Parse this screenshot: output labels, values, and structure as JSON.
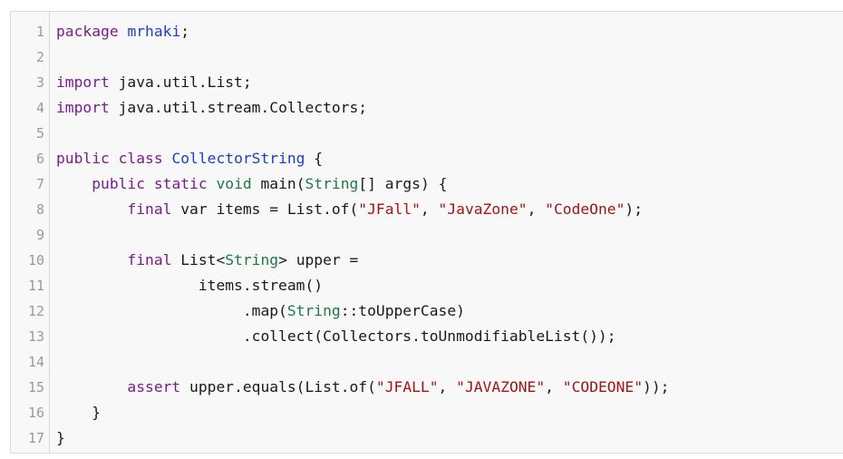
{
  "editor": {
    "colors": {
      "keyword": "#7a1c8c",
      "type": "#1c7a46",
      "class_name": "#1a3fc4",
      "string": "#a31515",
      "plain": "#1a1a1a",
      "line_number": "#9a9a9a",
      "background": "#f8f8f8"
    },
    "lines": [
      {
        "n": "1",
        "tokens": [
          {
            "t": "package",
            "c": "kw"
          },
          {
            "t": " "
          },
          {
            "t": "mrhaki",
            "c": "cls"
          },
          {
            "t": ";"
          }
        ]
      },
      {
        "n": "2",
        "tokens": []
      },
      {
        "n": "3",
        "tokens": [
          {
            "t": "import",
            "c": "kw"
          },
          {
            "t": " java.util.List;"
          }
        ]
      },
      {
        "n": "4",
        "tokens": [
          {
            "t": "import",
            "c": "kw"
          },
          {
            "t": " java.util.stream.Collectors;"
          }
        ]
      },
      {
        "n": "5",
        "tokens": []
      },
      {
        "n": "6",
        "tokens": [
          {
            "t": "public class",
            "c": "kw"
          },
          {
            "t": " "
          },
          {
            "t": "CollectorString",
            "c": "cls"
          },
          {
            "t": " {"
          }
        ]
      },
      {
        "n": "7",
        "tokens": [
          {
            "t": "    "
          },
          {
            "t": "public static",
            "c": "kw"
          },
          {
            "t": " "
          },
          {
            "t": "void",
            "c": "ty"
          },
          {
            "t": " main("
          },
          {
            "t": "String",
            "c": "ty"
          },
          {
            "t": "[] args) {"
          }
        ]
      },
      {
        "n": "8",
        "tokens": [
          {
            "t": "        "
          },
          {
            "t": "final",
            "c": "kw"
          },
          {
            "t": " var items = List.of("
          },
          {
            "t": "\"JFall\"",
            "c": "str"
          },
          {
            "t": ", "
          },
          {
            "t": "\"JavaZone\"",
            "c": "str"
          },
          {
            "t": ", "
          },
          {
            "t": "\"CodeOne\"",
            "c": "str"
          },
          {
            "t": ");"
          }
        ]
      },
      {
        "n": "9",
        "tokens": []
      },
      {
        "n": "10",
        "tokens": [
          {
            "t": "        "
          },
          {
            "t": "final",
            "c": "kw"
          },
          {
            "t": " List<"
          },
          {
            "t": "String",
            "c": "ty"
          },
          {
            "t": "> upper ="
          }
        ]
      },
      {
        "n": "11",
        "tokens": [
          {
            "t": "                items.stream()"
          }
        ]
      },
      {
        "n": "12",
        "tokens": [
          {
            "t": "                     .map("
          },
          {
            "t": "String",
            "c": "ty"
          },
          {
            "t": "::toUpperCase)"
          }
        ]
      },
      {
        "n": "13",
        "tokens": [
          {
            "t": "                     .collect(Collectors.toUnmodifiableList());"
          }
        ]
      },
      {
        "n": "14",
        "tokens": []
      },
      {
        "n": "15",
        "tokens": [
          {
            "t": "        "
          },
          {
            "t": "assert",
            "c": "kw"
          },
          {
            "t": " upper.equals(List.of("
          },
          {
            "t": "\"JFALL\"",
            "c": "str"
          },
          {
            "t": ", "
          },
          {
            "t": "\"JAVAZONE\"",
            "c": "str"
          },
          {
            "t": ", "
          },
          {
            "t": "\"CODEONE\"",
            "c": "str"
          },
          {
            "t": "));"
          }
        ]
      },
      {
        "n": "16",
        "tokens": [
          {
            "t": "    }"
          }
        ]
      },
      {
        "n": "17",
        "tokens": [
          {
            "t": "}"
          }
        ]
      }
    ]
  }
}
